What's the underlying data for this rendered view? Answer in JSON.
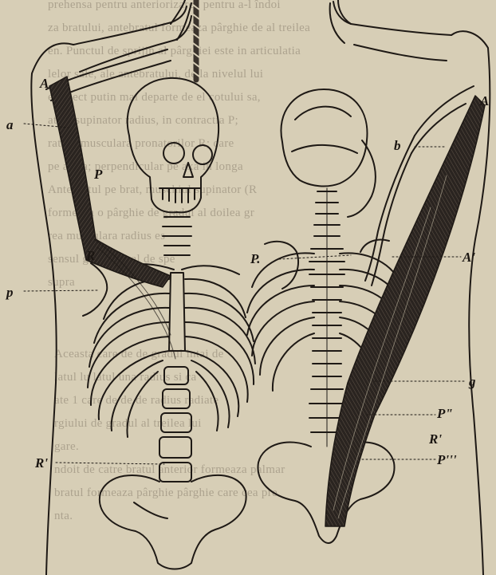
{
  "figure": {
    "left_labels": {
      "a": "a",
      "A": "A",
      "P": "P",
      "R": "R",
      "p": "p",
      "R_prime": "R'"
    },
    "right_labels": {
      "A": "A",
      "b": "b",
      "P": "P.",
      "A_prime": "A'",
      "g": "g",
      "P_double": "P\"",
      "R_prime": "R'",
      "P_triple": "P'''"
    }
  },
  "bleed_through": {
    "lines": [
      "prehensa pentru anteriorizarea pentru a-l îndoi",
      "za bratului, antebratul formeaza pârghie de al treilea",
      "en. Punctul de sprijin al pârghiei este in articulatia",
      "lelor sale, ale antebratului, de la nivelul lui",
      "e obiect putin mai departe de el cotului sa,",
      "at de supinator radius, in contractia P;",
      "ratura musculara pronatorilor R; care",
      "pe afara; perpendicular pe axa in longa",
      "Antebratul pe brat, muschiul supinator (R",
      "formeaza o pârghie de gradul al doilea gr",
      "rea musculara radius es",
      "sensul gravitatii al de spe",
      "supra"
    ],
    "lines_lower": [
      "Aceasta care de de gradul intai de",
      "latul lu latul una radius si ca",
      "ate 1 care de de de radius radiate",
      "rgiului de gradul al treilea lui",
      "gare.",
      "ndoit de catre bratul anterior formeaza palmar",
      "bratul formeaza pârghie pârghie care cea pre",
      "nta."
    ]
  }
}
